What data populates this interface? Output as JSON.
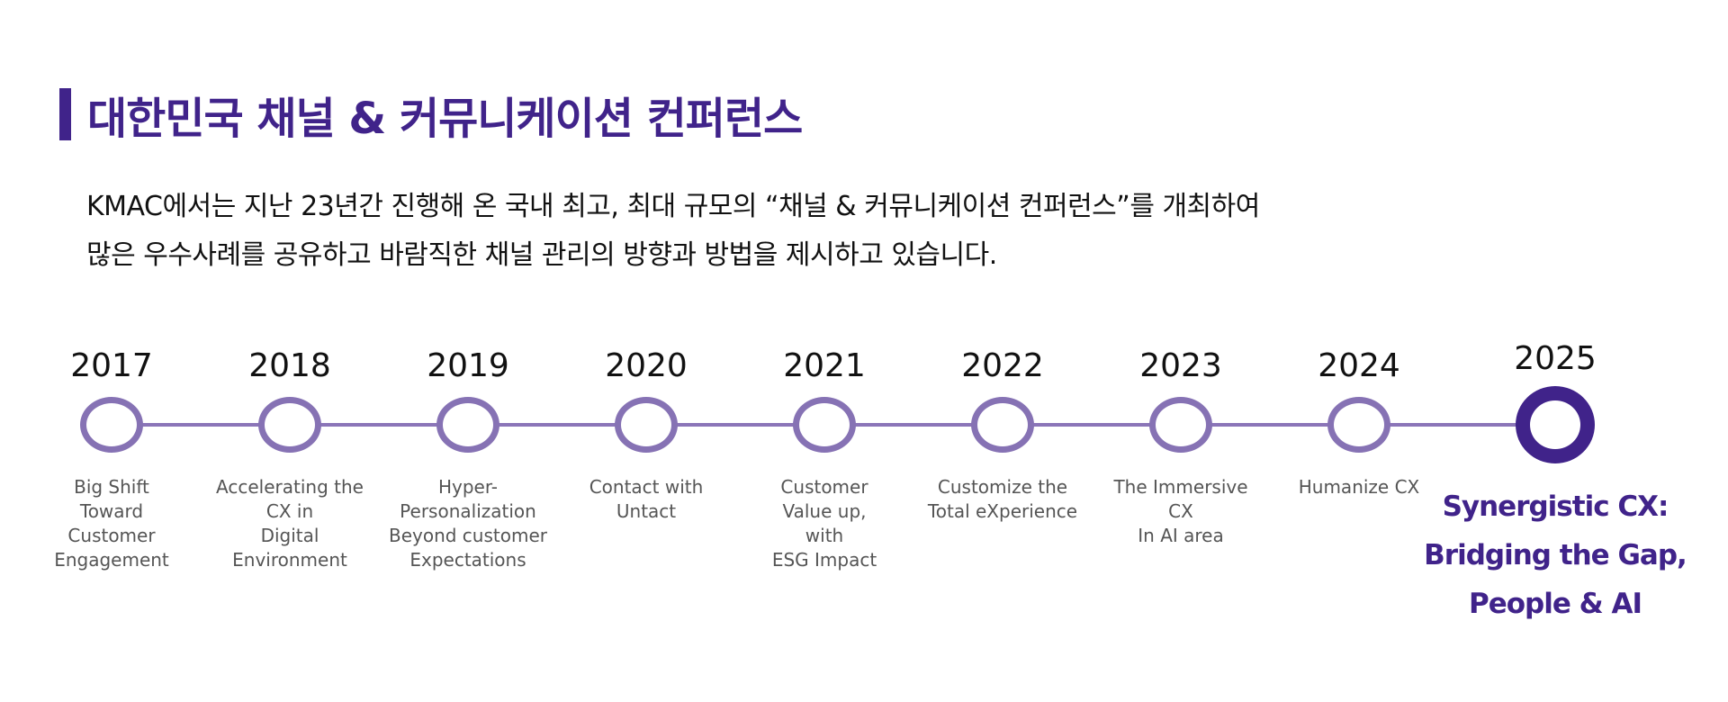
{
  "heading": {
    "title": "대한민국 채널 & 커뮤니케이션 컨퍼런스"
  },
  "intro": {
    "line1": "KMAC에서는 지난 23년간 진행해 온 국내 최고, 최대 규모의 “채널 & 커뮤니케이션 컨퍼런스”를 개최하여",
    "line2": "많은 우수사례를 공유하고 바람직한 채널 관리의 방향과 방법을 제시하고 있습니다."
  },
  "colors": {
    "accent": "#40238a",
    "node": "#8672b4",
    "line": "#8b75b8",
    "label": "#555555"
  },
  "timeline": [
    {
      "year": "2017",
      "label": "Big Shift\nToward\nCustomer\nEngagement"
    },
    {
      "year": "2018",
      "label": "Accelerating the\nCX in\nDigital\nEnvironment"
    },
    {
      "year": "2019",
      "label": "Hyper-\nPersonalization\nBeyond customer\nExpectations"
    },
    {
      "year": "2020",
      "label": "Contact with\nUntact"
    },
    {
      "year": "2021",
      "label": "Customer\nValue up,\nwith\nESG Impact"
    },
    {
      "year": "2022",
      "label": "Customize the\nTotal eXperience"
    },
    {
      "year": "2023",
      "label": "The Immersive\nCX\nIn AI area"
    },
    {
      "year": "2024",
      "label": "Humanize CX"
    },
    {
      "year": "2025",
      "label": "Synergistic CX:\nBridging the Gap,\nPeople & AI",
      "active": true
    }
  ]
}
